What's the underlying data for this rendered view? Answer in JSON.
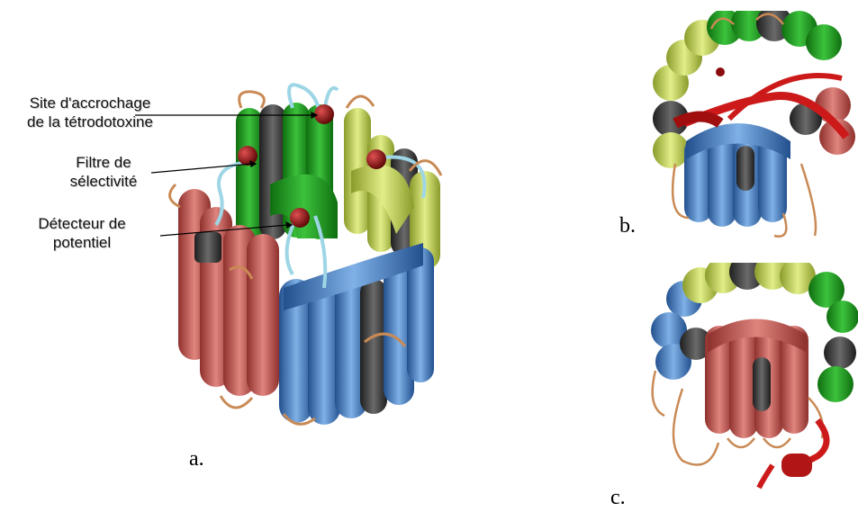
{
  "figure": {
    "panel_a": {
      "letter": "a.",
      "labels": [
        {
          "line1": "Site d'accrochage",
          "line2": "de la tétrodotoxine"
        },
        {
          "line1": "Filtre de",
          "line2": "sélectivité"
        },
        {
          "line1": "Détecteur de",
          "line2": "potentiel"
        }
      ]
    },
    "panel_b": {
      "letter": "b."
    },
    "panel_c": {
      "letter": "c."
    },
    "colors": {
      "green": "#1e9a1e",
      "yellow_green": "#c7d65a",
      "red": "#c95a55",
      "blue": "#4a7ec0",
      "dark": "#3a3a3a",
      "loop": "#c98a55",
      "linker": "#9ed6e6",
      "site": "#8a0d0d",
      "toxin": "#cc1a1a"
    }
  }
}
